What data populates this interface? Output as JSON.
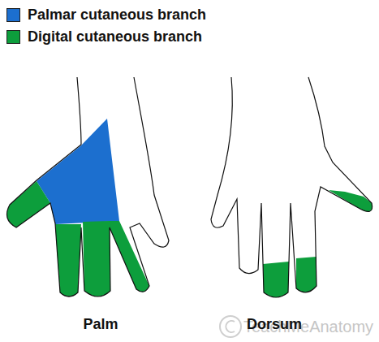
{
  "diagram": {
    "labels": [
      "Palm",
      "Dorsum",
      "TeachMeAnatomy"
    ],
    "legend": [
      {
        "text": "Palmar cutaneous branch",
        "color": "#1c6fcf"
      },
      {
        "text": "Digital cutaneous branch",
        "color": "#0d9e3c"
      }
    ]
  }
}
